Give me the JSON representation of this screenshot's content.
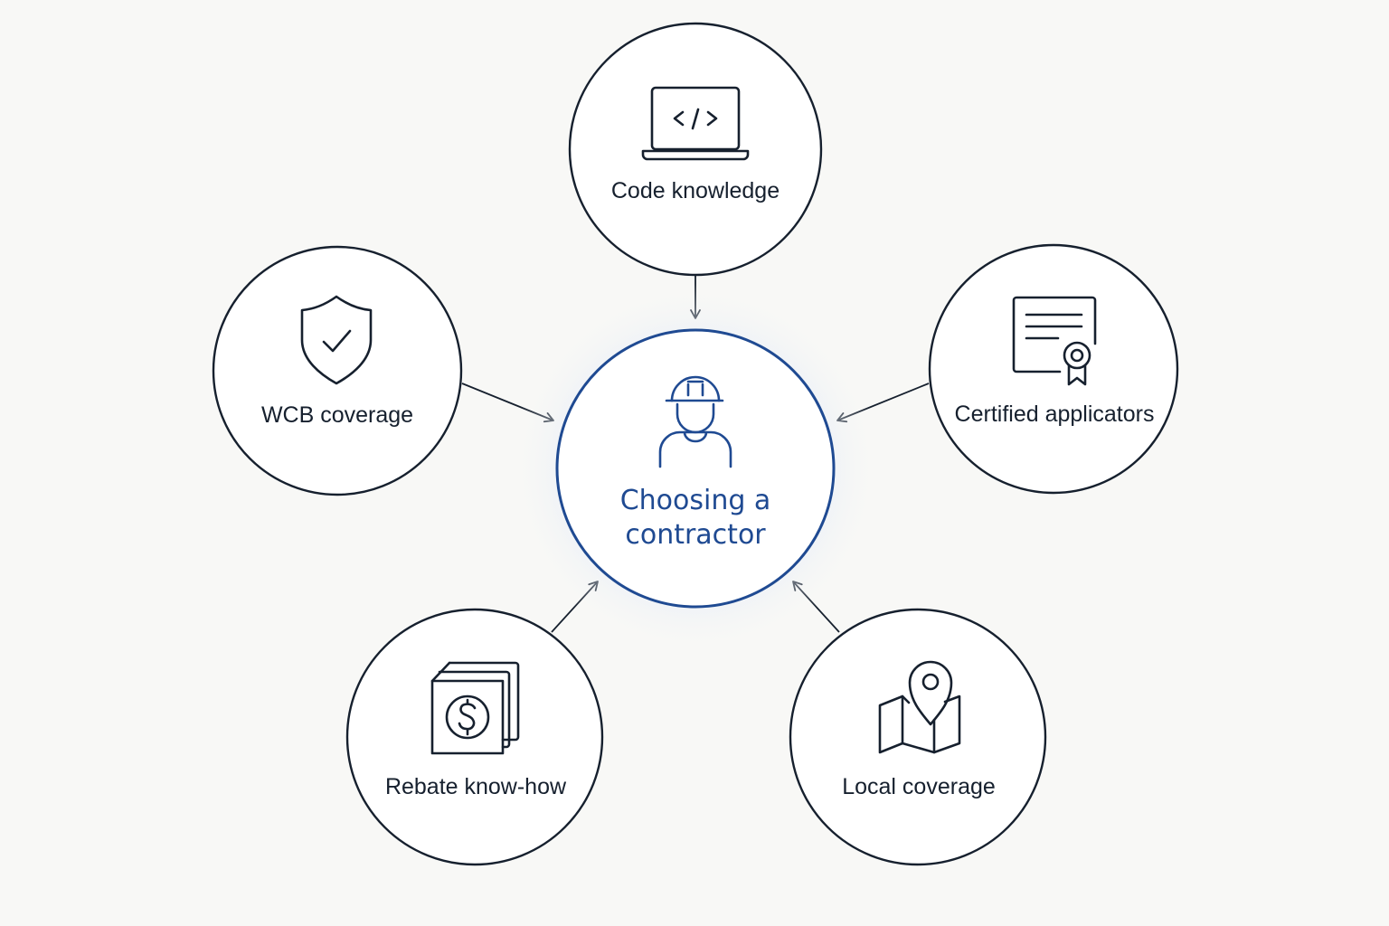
{
  "center": {
    "label_line1": "Choosing a",
    "label_line2": "contractor",
    "icon": "worker-hardhat-icon"
  },
  "nodes": [
    {
      "id": "code",
      "label": "Code knowledge",
      "icon": "laptop-code-icon"
    },
    {
      "id": "wcb",
      "label": "WCB coverage",
      "icon": "shield-check-icon"
    },
    {
      "id": "certified",
      "label": "Certified applicators",
      "icon": "certificate-icon"
    },
    {
      "id": "rebate",
      "label": "Rebate know-how",
      "icon": "dollar-document-icon"
    },
    {
      "id": "local",
      "label": "Local coverage",
      "icon": "map-pin-icon"
    }
  ],
  "colors": {
    "accent": "#1f4a92",
    "stroke": "#16202e",
    "background": "#f8f8f6",
    "glow": "#dde7f6"
  }
}
